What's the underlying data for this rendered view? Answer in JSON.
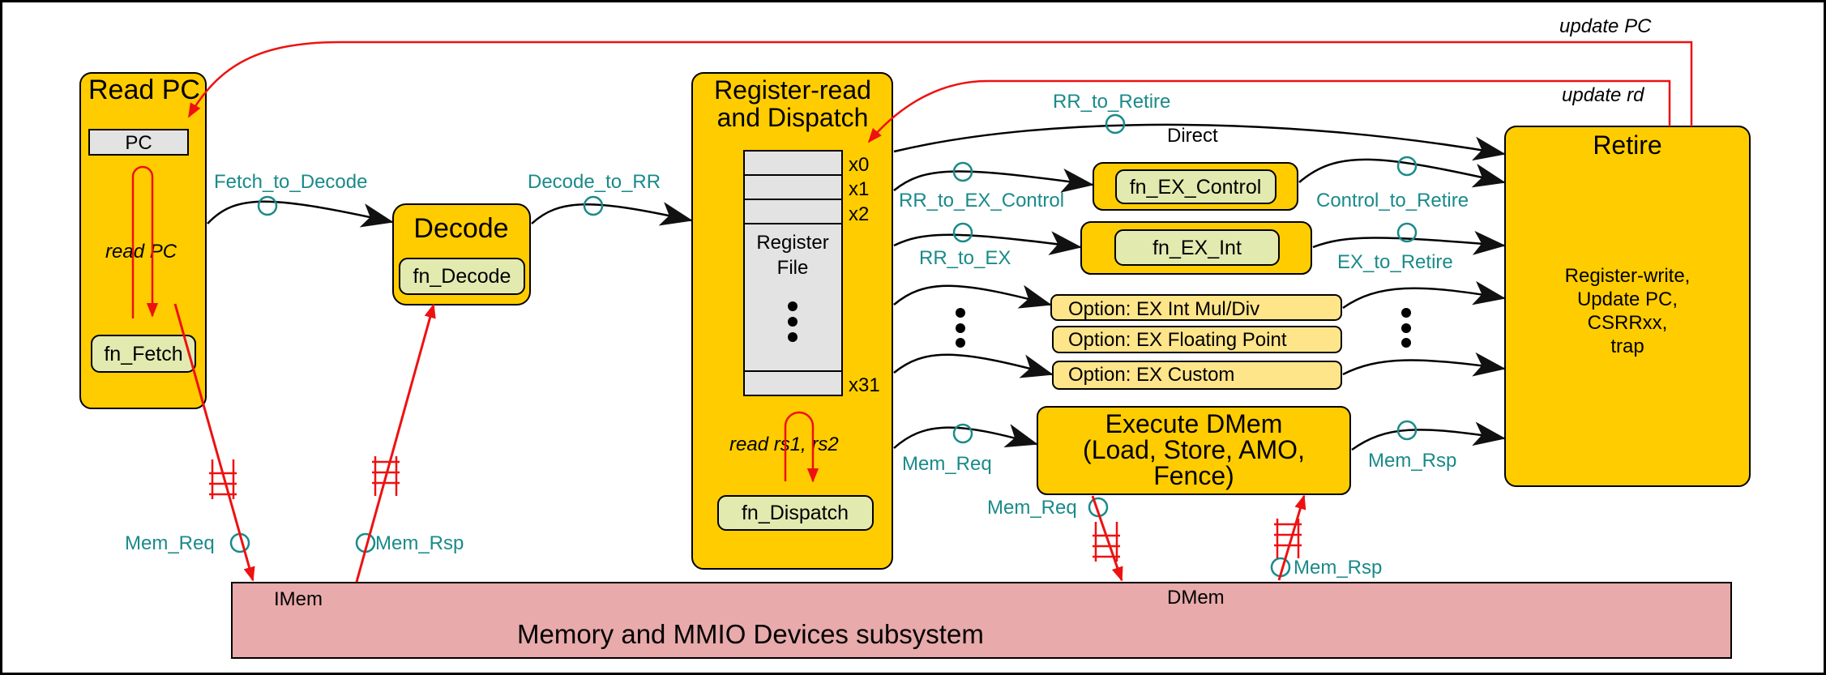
{
  "read_pc": {
    "title": "Read PC",
    "pc_label": "PC",
    "loop_label": "read PC",
    "fn_label": "fn_Fetch"
  },
  "decode": {
    "title": "Decode",
    "fn_label": "fn_Decode"
  },
  "rr": {
    "title_line1": "Register-read",
    "title_line2": "and Dispatch",
    "regfile_line1": "Register",
    "regfile_line2": "File",
    "regs": [
      "x0",
      "x1",
      "x2",
      "x31"
    ],
    "loop_label": "read rs1, rs2",
    "fn_label": "fn_Dispatch"
  },
  "ex_control": {
    "fn_label": "fn_EX_Control"
  },
  "ex_int": {
    "fn_label": "fn_EX_Int"
  },
  "options": [
    "Option: EX Int Mul/Div",
    "Option: EX Floating Point",
    "Option: EX Custom"
  ],
  "dmem_exec": {
    "line1": "Execute DMem",
    "line2": "(Load, Store, AMO,",
    "line3": "Fence)"
  },
  "retire": {
    "title": "Retire",
    "body": [
      "Register-write,",
      "Update PC,",
      "CSRRxx,",
      "trap"
    ]
  },
  "memory": {
    "title": "Memory and MMIO Devices subsystem",
    "imem_label": "IMem",
    "dmem_label": "DMem"
  },
  "channels": {
    "fetch_to_decode": "Fetch_to_Decode",
    "decode_to_rr": "Decode_to_RR",
    "rr_to_retire": "RR_to_Retire",
    "direct": "Direct",
    "rr_to_ex_control": "RR_to_EX_Control",
    "rr_to_ex": "RR_to_EX",
    "control_to_retire": "Control_to_Retire",
    "ex_to_retire": "EX_to_Retire",
    "mem_req_rr": "Mem_Req",
    "mem_rsp_retire": "Mem_Rsp",
    "imem_req": "Mem_Req",
    "imem_rsp": "Mem_Rsp",
    "dmem_req": "Mem_Req",
    "dmem_rsp": "Mem_Rsp"
  },
  "feedback": {
    "update_pc": "update PC",
    "update_rd": "update rd"
  },
  "colors": {
    "stage_fill": "#ffcc00",
    "fn_fill": "#e2eab0",
    "option_fill": "#ffe58a",
    "memory_fill": "#e8aaaa",
    "regfile_fill": "#e3e3e3",
    "teal": "#1a8a8a",
    "red": "#ee1111"
  }
}
